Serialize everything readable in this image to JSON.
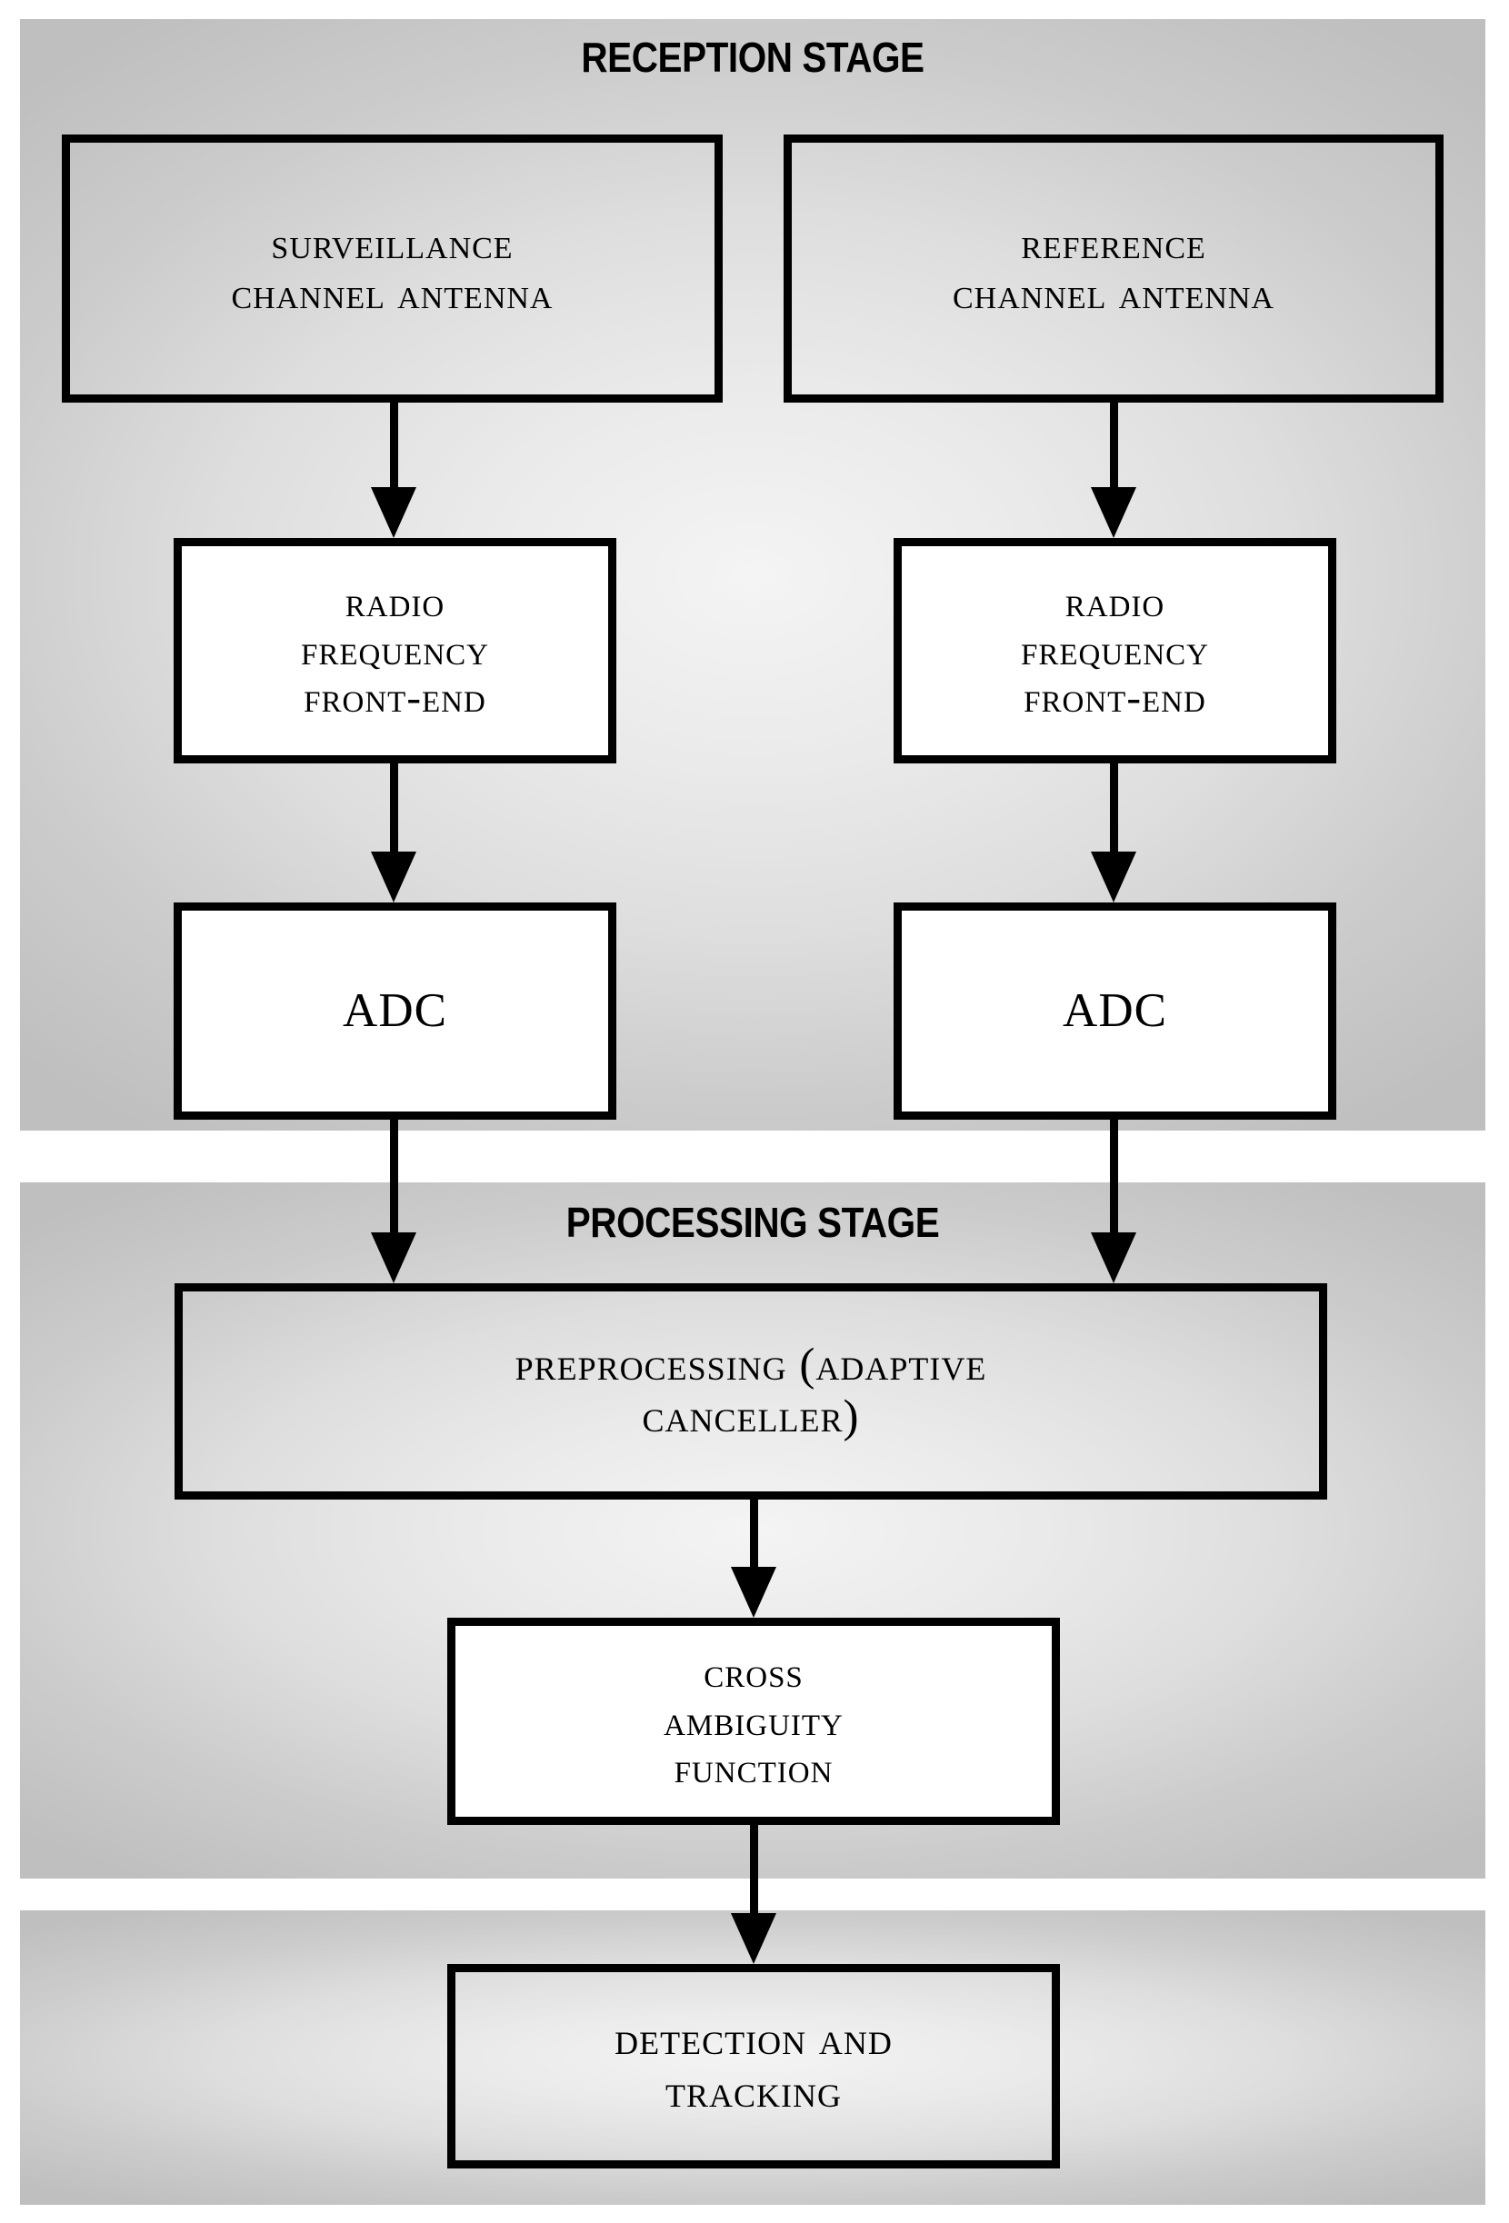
{
  "diagram": {
    "title": "Passive radar signal processing chain",
    "background": "#ffffff",
    "panel_fill_light": "#f4f4f4",
    "panel_fill_dark": "#bfbfbf",
    "line_color": "#000000"
  },
  "stages": [
    {
      "id": "reception",
      "title": "RECEPTION STAGE",
      "blocks": [
        {
          "id": "surveillance-antenna",
          "lines": [
            "Surveillance",
            "Channel Antenna"
          ],
          "fill": "transparent"
        },
        {
          "id": "reference-antenna",
          "lines": [
            "Reference",
            "Channel Antenna"
          ],
          "fill": "transparent"
        },
        {
          "id": "rf-frontend-left",
          "lines": [
            "Radio",
            "Frequency",
            "front-end"
          ],
          "fill": "white"
        },
        {
          "id": "rf-frontend-right",
          "lines": [
            "Radio",
            "Frequency",
            "Front-End"
          ],
          "fill": "white"
        },
        {
          "id": "adc-left",
          "lines": [
            "ADC"
          ],
          "fill": "white"
        },
        {
          "id": "adc-right",
          "lines": [
            "ADC"
          ],
          "fill": "white"
        }
      ]
    },
    {
      "id": "processing",
      "title": "PROCESSING STAGE",
      "blocks": [
        {
          "id": "preprocessing",
          "lines": [
            "Preprocessing (Adaptive",
            "canceller)"
          ],
          "fill": "transparent"
        },
        {
          "id": "cross-ambiguity-function",
          "lines": [
            "Cross",
            "Ambiguity",
            "Function"
          ],
          "fill": "white"
        }
      ]
    },
    {
      "id": "output",
      "title": "",
      "blocks": [
        {
          "id": "detection-and-tracking",
          "lines": [
            "Detection and",
            "Tracking"
          ],
          "fill": "transparent"
        }
      ]
    }
  ],
  "labels": {
    "reception_stage": "RECEPTION STAGE",
    "processing_stage": "PROCESSING STAGE",
    "surveillance_l1": "Surveillance",
    "surveillance_l2": "Channel Antenna",
    "reference_l1": "Reference",
    "reference_l2": "Channel Antenna",
    "rf_left_l1": "Radio",
    "rf_left_l2": "Frequency",
    "rf_left_l3": "front-end",
    "rf_right_l1": "Radio",
    "rf_right_l2": "Frequency",
    "rf_right_l3": "Front-End",
    "adc_left": "ADC",
    "adc_right": "ADC",
    "preprocessing_l1": "Preprocessing (Adaptive",
    "preprocessing_l2": "canceller)",
    "caf_l1": "Cross",
    "caf_l2": "Ambiguity",
    "caf_l3": "Function",
    "detection_l1": "Detection and",
    "detection_l2": "Tracking"
  },
  "connections": [
    {
      "id": "surveillance-to-rf-left",
      "from": "surveillance-antenna",
      "to": "rf-frontend-left"
    },
    {
      "id": "reference-to-rf-right",
      "from": "reference-antenna",
      "to": "rf-frontend-right"
    },
    {
      "id": "rf-left-to-adc-left",
      "from": "rf-frontend-left",
      "to": "adc-left"
    },
    {
      "id": "rf-right-to-adc-right",
      "from": "rf-frontend-right",
      "to": "adc-right"
    },
    {
      "id": "adc-left-to-preprocessing",
      "from": "adc-left",
      "to": "preprocessing"
    },
    {
      "id": "adc-right-to-preprocessing",
      "from": "adc-right",
      "to": "preprocessing"
    },
    {
      "id": "preprocessing-to-caf",
      "from": "preprocessing",
      "to": "cross-ambiguity-function"
    },
    {
      "id": "caf-to-detection",
      "from": "cross-ambiguity-function",
      "to": "detection-and-tracking"
    }
  ]
}
